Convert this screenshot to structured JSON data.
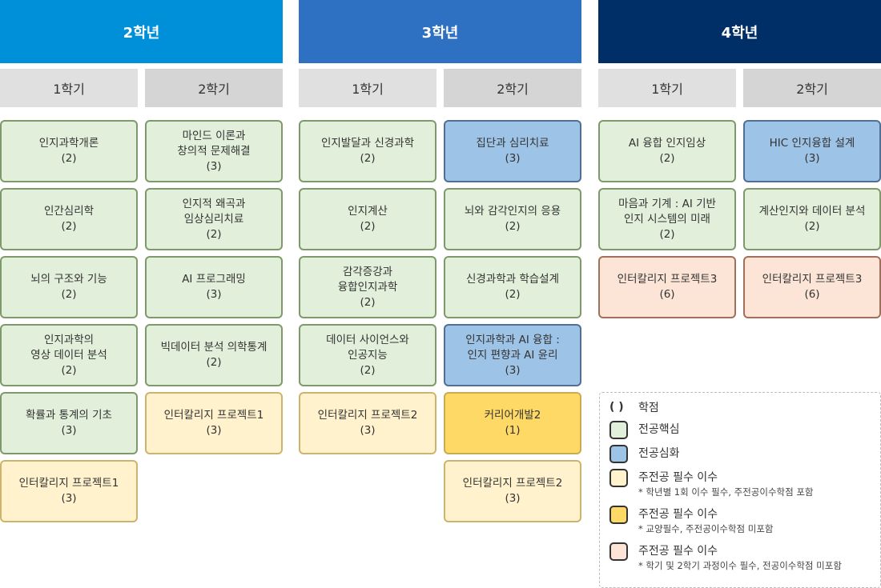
{
  "years": [
    {
      "label": "2학년",
      "color": "#0090da",
      "semesters": [
        {
          "label": "1학기",
          "courses": [
            {
              "name": "인지과학개론",
              "credit": "(2)",
              "type": "core"
            },
            {
              "name": "인간심리학",
              "credit": "(2)",
              "type": "core"
            },
            {
              "name": "뇌의 구조와 기능",
              "credit": "(2)",
              "type": "core"
            },
            {
              "name": "인지과학의\n영상 데이터 분석",
              "credit": "(2)",
              "type": "core"
            },
            {
              "name": "확률과 통계의 기초",
              "credit": "(3)",
              "type": "core"
            },
            {
              "name": "인터칼리지 프로젝트1",
              "credit": "(3)",
              "type": "req1"
            }
          ]
        },
        {
          "label": "2학기",
          "courses": [
            {
              "name": "마인드 이론과\n창의적 문제해결",
              "credit": "(3)",
              "type": "core"
            },
            {
              "name": "인지적 왜곡과\n임상심리치료",
              "credit": "(2)",
              "type": "core"
            },
            {
              "name": "AI 프로그래밍",
              "credit": "(3)",
              "type": "core"
            },
            {
              "name": "빅데이터 분석 의학통계",
              "credit": "(2)",
              "type": "core"
            },
            {
              "name": "인터칼리지 프로젝트1",
              "credit": "(3)",
              "type": "req1"
            }
          ]
        }
      ]
    },
    {
      "label": "3학년",
      "color": "#2e70c2",
      "semesters": [
        {
          "label": "1학기",
          "courses": [
            {
              "name": "인지발달과 신경과학",
              "credit": "(2)",
              "type": "core"
            },
            {
              "name": "인지계산",
              "credit": "(2)",
              "type": "core"
            },
            {
              "name": "감각증강과\n융합인지과학",
              "credit": "(2)",
              "type": "core"
            },
            {
              "name": "데이터 사이언스와\n인공지능",
              "credit": "(2)",
              "type": "core"
            },
            {
              "name": "인터칼리지 프로젝트2",
              "credit": "(3)",
              "type": "req1"
            }
          ]
        },
        {
          "label": "2학기",
          "courses": [
            {
              "name": "집단과 심리치료",
              "credit": "(3)",
              "type": "adv"
            },
            {
              "name": "뇌와 감각인지의 응용",
              "credit": "(2)",
              "type": "core"
            },
            {
              "name": "신경과학과 학습설계",
              "credit": "(2)",
              "type": "core"
            },
            {
              "name": "인지과학과 AI 융합 :\n인지 편향과 AI 윤리",
              "credit": "(3)",
              "type": "adv"
            },
            {
              "name": "커리어개발2",
              "credit": "(1)",
              "type": "req2"
            },
            {
              "name": "인터칼리지 프로젝트2",
              "credit": "(3)",
              "type": "req1"
            }
          ]
        }
      ]
    },
    {
      "label": "4학년",
      "color": "#002e66",
      "semesters": [
        {
          "label": "1학기",
          "courses": [
            {
              "name": "AI 융합 인지임상",
              "credit": "(2)",
              "type": "core"
            },
            {
              "name": "마음과 기계 : AI 기반\n인지 시스템의 미래",
              "credit": "(2)",
              "type": "core"
            },
            {
              "name": "인터칼리지 프로젝트3",
              "credit": "(6)",
              "type": "req3"
            }
          ]
        },
        {
          "label": "2학기",
          "courses": [
            {
              "name": "HIC 인지융합 설계",
              "credit": "(3)",
              "type": "adv"
            },
            {
              "name": "계산인지와 데이터 분석",
              "credit": "(2)",
              "type": "core"
            },
            {
              "name": "인터칼리지 프로젝트3",
              "credit": "(6)",
              "type": "req3"
            }
          ]
        }
      ]
    }
  ],
  "legend": {
    "paren": "(  )",
    "paren_label": "학점",
    "items": [
      {
        "type": "core",
        "label": "전공핵심",
        "note": ""
      },
      {
        "type": "adv",
        "label": "전공심화",
        "note": ""
      },
      {
        "type": "req1",
        "label": "주전공 필수 이수",
        "note": "* 학년별 1회 이수 필수, 주전공이수학점 포함"
      },
      {
        "type": "req2",
        "label": "주전공 필수 이수",
        "note": "* 교양필수, 주전공이수학점 미포함"
      },
      {
        "type": "req3",
        "label": "주전공 필수 이수",
        "note": "* 학기 및 2학기 과정이수 필수, 전공이수학점 미포함"
      }
    ]
  }
}
